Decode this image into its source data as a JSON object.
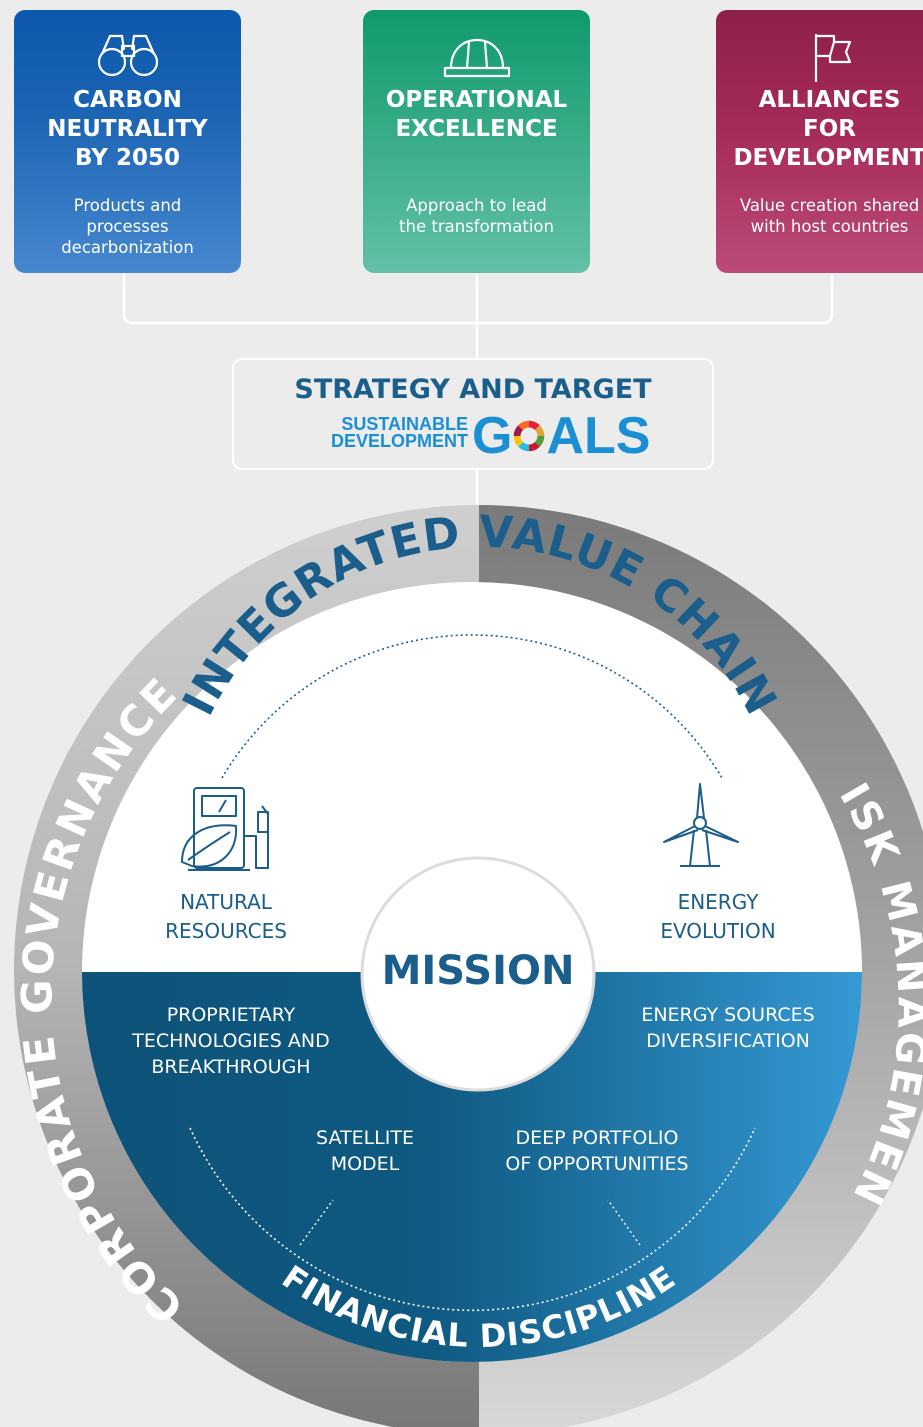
{
  "cards": [
    {
      "title": "CARBON\nNEUTRALITY\nBY 2050",
      "description": "Products and\nprocesses\ndecarbonization",
      "icon": "binoculars-icon"
    },
    {
      "title": "OPERATIONAL\nEXCELLENCE",
      "description": "Approach to lead\nthe transformation",
      "icon": "hard-hat-icon"
    },
    {
      "title": "ALLIANCES\nFOR\nDEVELOPMENT",
      "description": "Value creation shared\nwith host countries",
      "icon": "flag-icon"
    }
  ],
  "strategy": {
    "title": "STRATEGY AND TARGET",
    "sdg_small": "SUSTAINABLE\nDEVELOPMENT",
    "sdg_big_g": "G",
    "sdg_big_rest": "ALS"
  },
  "wheel": {
    "outer_left": "CORPORATE GOVERNANCE",
    "outer_right": "RISK MANAGEMENT",
    "top_arc": "INTEGRATED VALUE CHAIN",
    "bottom_arc": "FINANCIAL DISCIPLINE",
    "center": "MISSION",
    "natural_resources": "NATURAL\nRESOURCES",
    "energy_evolution": "ENERGY\nEVOLUTION",
    "proprietary": "PROPRIETARY\nTECHNOLOGIES AND\nBREAKTHROUGH",
    "energy_sources": "ENERGY SOURCES\nDIVERSIFICATION",
    "satellite": "SATELLITE\nMODEL",
    "portfolio": "DEEP PORTFOLIO\nOF OPPORTUNITIES"
  },
  "colors": {
    "dark_blue": "#1b5e8c",
    "sdg_blue": "#1a8fd4",
    "ring_dark_gray": "#8a8a8a",
    "ring_light_gray": "#c4c4c4"
  }
}
